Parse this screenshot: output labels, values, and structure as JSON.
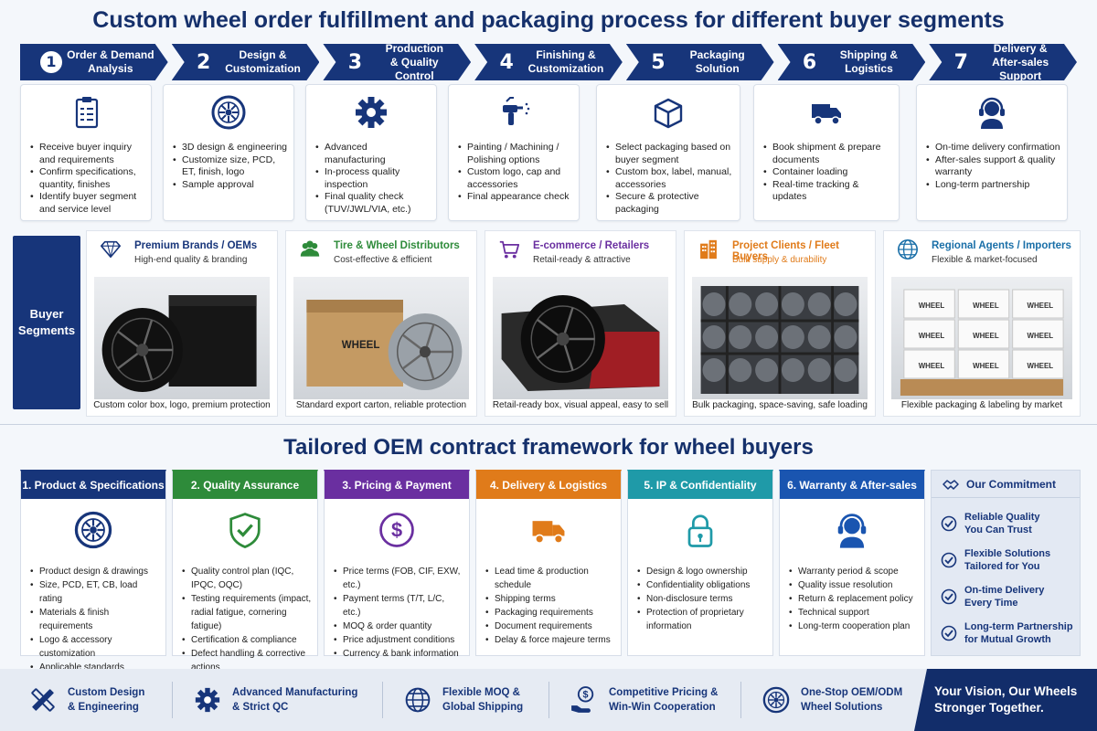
{
  "title": "Custom wheel order fulfillment and packaging process for different buyer segments",
  "steps": [
    {
      "num": "1",
      "title": "Order & Demand\nAnalysis",
      "icon": "clipboard-icon",
      "bullets": [
        "Receive buyer inquiry and requirements",
        "Confirm specifications, quantity, finishes",
        "Identify buyer segment and service level"
      ]
    },
    {
      "num": "2",
      "title": "Design &\nCustomization",
      "icon": "wheel-icon",
      "bullets": [
        "3D design & engineering",
        "Customize size, PCD, ET, finish, logo",
        "Sample approval"
      ]
    },
    {
      "num": "3",
      "title": "Production\n& Quality Control",
      "icon": "gear-icon",
      "bullets": [
        "Advanced manufacturing",
        "In-process quality inspection",
        "Final quality check (TUV/JWL/VIA, etc.)"
      ]
    },
    {
      "num": "4",
      "title": "Finishing &\nCustomization",
      "icon": "spray-gun-icon",
      "bullets": [
        "Painting / Machining / Polishing options",
        "Custom logo, cap and accessories",
        "Final appearance check"
      ]
    },
    {
      "num": "5",
      "title": "Packaging\nSolution",
      "icon": "box-icon",
      "bullets": [
        "Select packaging based on buyer segment",
        "Custom box, label, manual, accessories",
        "Secure & protective packaging"
      ]
    },
    {
      "num": "6",
      "title": "Shipping &\nLogistics",
      "icon": "truck-icon",
      "bullets": [
        "Book shipment & prepare documents",
        "Container loading",
        "Real-time tracking & updates"
      ]
    },
    {
      "num": "7",
      "title": "Delivery &\nAfter-sales Support",
      "icon": "headset-icon",
      "bullets": [
        "On-time delivery confirmation",
        "After-sales support & quality warranty",
        "Long-term partnership"
      ]
    }
  ],
  "segments_label": "Buyer\nSegments",
  "segments": [
    {
      "name": "Premium Brands / OEMs",
      "desc": "High-end quality & branding",
      "caption": "Custom color box, logo, premium protection",
      "color": "#17357a",
      "icon": "diamond-icon"
    },
    {
      "name": "Tire & Wheel Distributors",
      "desc": "Cost-effective & efficient",
      "caption": "Standard export carton, reliable protection",
      "color": "#2e8b3a",
      "icon": "people-icon",
      "box_label": "WHEEL"
    },
    {
      "name": "E-commerce / Retailers",
      "desc": "Retail-ready & attractive",
      "caption": "Retail-ready box, visual appeal, easy to sell",
      "color": "#6a2fa0",
      "icon": "cart-icon"
    },
    {
      "name": "Project Clients / Fleet Buyers",
      "desc": "Bulk supply & durability",
      "caption": "Bulk packaging, space-saving, safe loading",
      "color": "#e07b1a",
      "icon": "building-icon"
    },
    {
      "name": "Regional Agents / Importers",
      "desc": "Flexible & market-focused",
      "caption": "Flexible packaging & labeling by market",
      "color": "#1a6fa8",
      "icon": "globe-icon",
      "box_label": "WHEEL"
    }
  ],
  "title2": "Tailored OEM contract framework for wheel buyers",
  "contract": [
    {
      "title": "1. Product & Specifications",
      "color": "#17357a",
      "icon": "wheel-icon",
      "bullets": [
        "Product design & drawings",
        "Size, PCD, ET, CB, load rating",
        "Materials & finish requirements",
        "Logo & accessory customization",
        "Applicable standards (JWL/VIA, TUV, DOT, etc.)"
      ]
    },
    {
      "title": "2. Quality Assurance",
      "color": "#2e8b3a",
      "icon": "shield-check-icon",
      "bullets": [
        "Quality control plan (IQC, IPQC, OQC)",
        "Testing requirements (impact, radial fatigue, cornering fatigue)",
        "Certification & compliance",
        "Defect handling & corrective actions"
      ]
    },
    {
      "title": "3. Pricing & Payment",
      "color": "#6a2fa0",
      "icon": "dollar-icon",
      "bullets": [
        "Price terms (FOB, CIF, EXW, etc.)",
        "Payment terms (T/T, L/C, etc.)",
        "MOQ & order quantity",
        "Price adjustment conditions",
        "Currency & bank information"
      ]
    },
    {
      "title": "4. Delivery & Logistics",
      "color": "#e07b1a",
      "icon": "truck-icon",
      "bullets": [
        "Lead time & production schedule",
        "Shipping terms",
        "Packaging requirements",
        "Document requirements",
        "Delay & force majeure terms"
      ]
    },
    {
      "title": "5. IP & Confidentiality",
      "color": "#1f9aa8",
      "icon": "lock-icon",
      "bullets": [
        "Design & logo ownership",
        "Confidentiality obligations",
        "Non-disclosure terms",
        "Protection of proprietary information"
      ]
    },
    {
      "title": "6. Warranty & After-sales",
      "color": "#1a55b0",
      "icon": "headset-icon",
      "bullets": [
        "Warranty period & scope",
        "Quality issue resolution",
        "Return & replacement policy",
        "Technical support",
        "Long-term cooperation plan"
      ]
    }
  ],
  "commitment": {
    "title": "Our Commitment",
    "items": [
      "Reliable Quality\nYou Can Trust",
      "Flexible Solutions\nTailored for You",
      "On-time Delivery\nEvery Time",
      "Long-term Partnership\nfor Mutual Growth"
    ]
  },
  "bottom": [
    {
      "label": "Custom Design\n& Engineering",
      "icon": "ruler-pencil-icon"
    },
    {
      "label": "Advanced Manufacturing\n& Strict QC",
      "icon": "gear-icon"
    },
    {
      "label": "Flexible MOQ &\nGlobal Shipping",
      "icon": "globe-icon"
    },
    {
      "label": "Competitive Pricing &\nWin-Win Cooperation",
      "icon": "dollar-hand-icon"
    },
    {
      "label": "One-Stop OEM/ODM\nWheel Solutions",
      "icon": "wheel-icon"
    }
  ],
  "slogan": "Your Vision, Our Wheels\nStronger Together."
}
